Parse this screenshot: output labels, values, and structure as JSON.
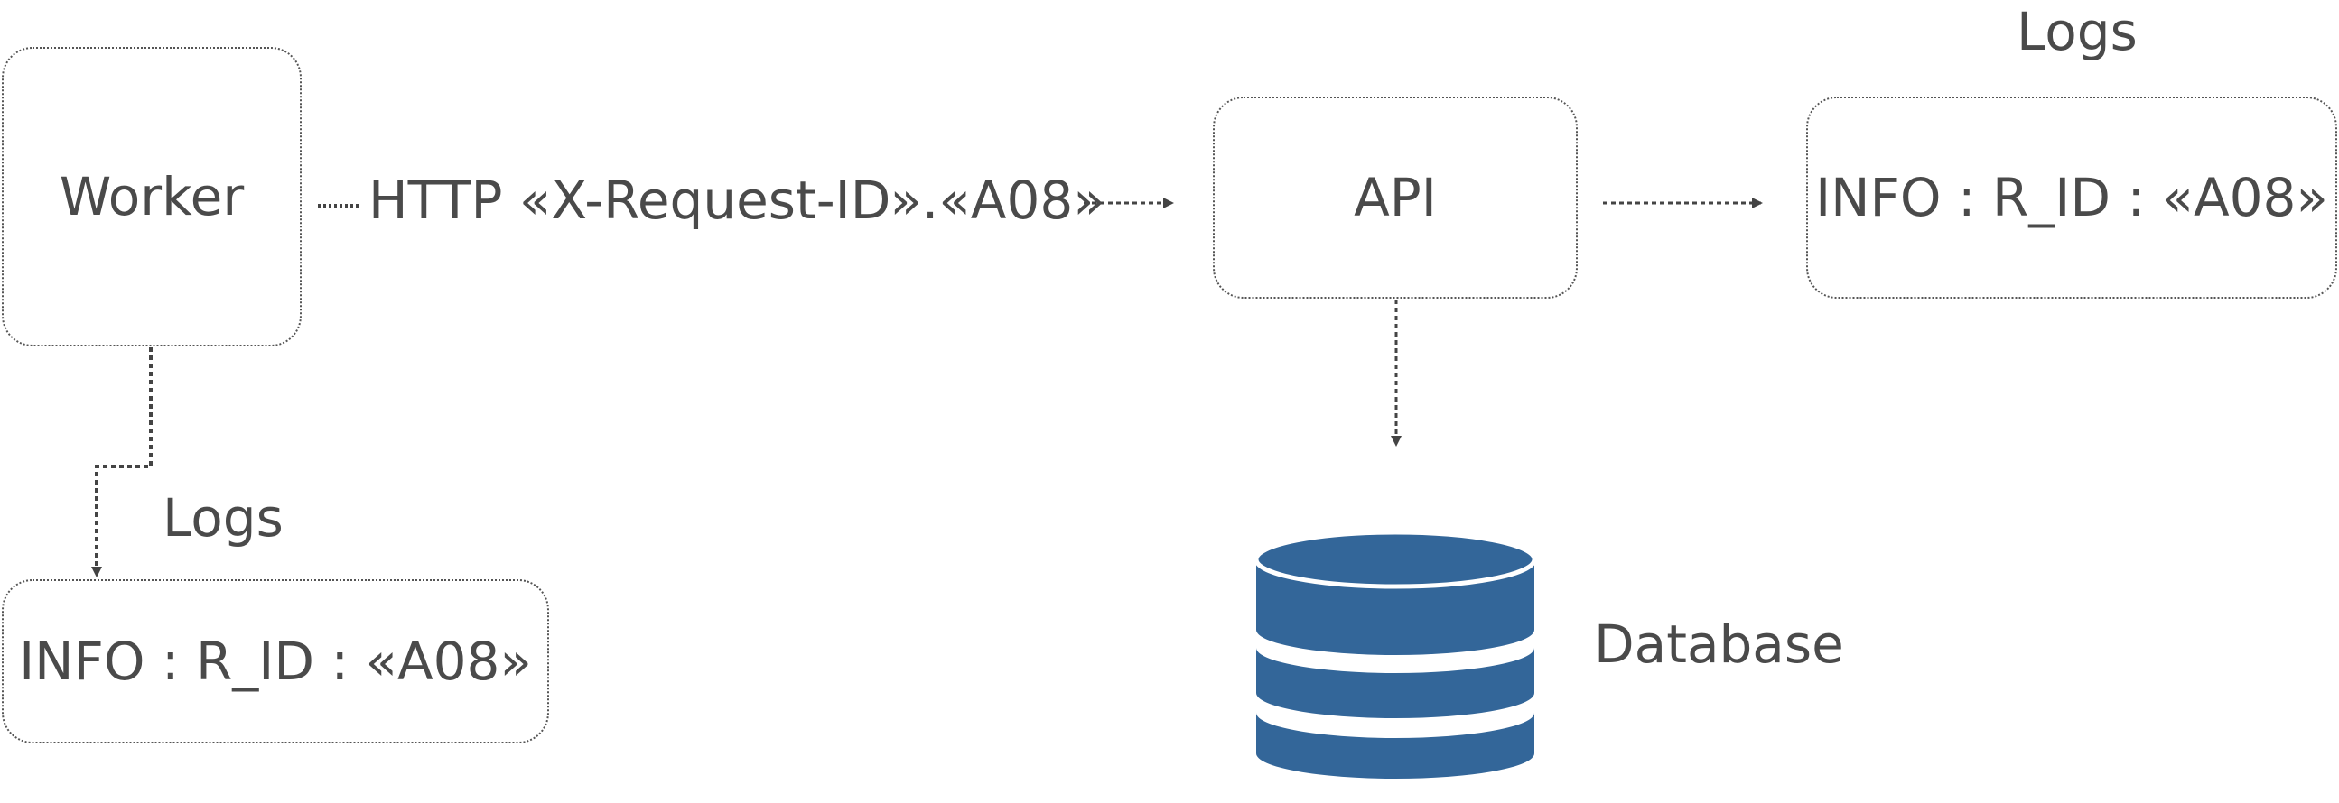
{
  "nodes": {
    "worker": {
      "label": "Worker"
    },
    "api": {
      "label": "API"
    },
    "api_log": {
      "title": "Logs",
      "entry": "INFO : R_ID : «A08»"
    },
    "worker_log": {
      "title": "Logs",
      "entry": "INFO : R_ID : «A08»"
    },
    "database": {
      "label": "Database",
      "icon": "database-icon",
      "color": "#336699"
    }
  },
  "edges": {
    "worker_to_api": {
      "label": "HTTP «X-Request-ID».«A08»"
    }
  },
  "colors": {
    "line": "#444444",
    "text": "#4a4a4a",
    "database": "#336699"
  }
}
